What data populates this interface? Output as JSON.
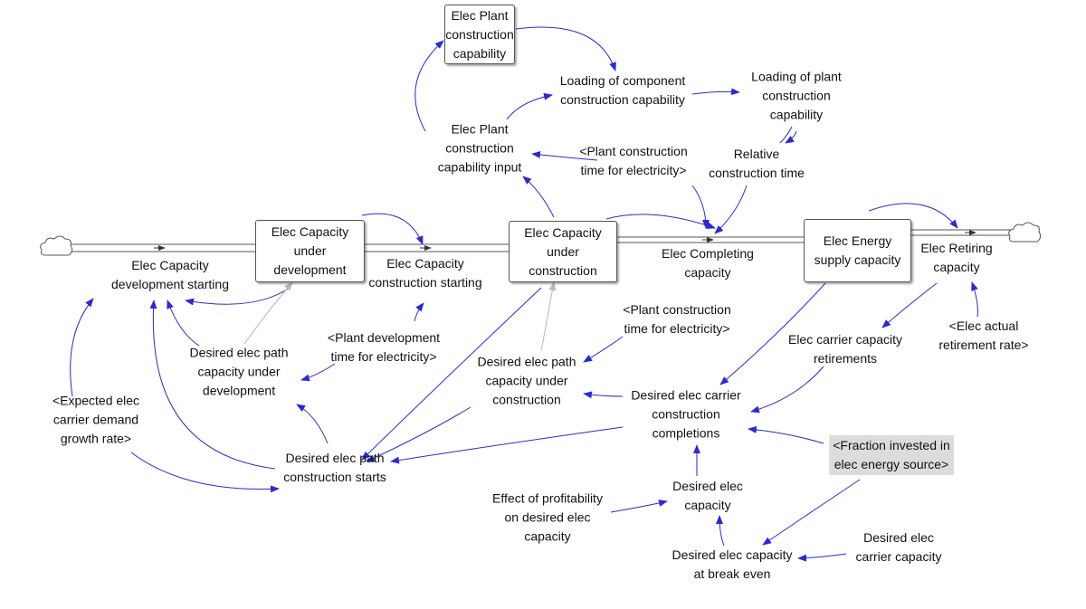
{
  "stocks": {
    "plant_capability": [
      "Elec Plant",
      "construction",
      "capability"
    ],
    "under_development": [
      "Elec Capacity",
      "under",
      "development"
    ],
    "under_construction": [
      "Elec Capacity",
      "under",
      "construction"
    ],
    "supply_capacity": [
      "Elec Energy",
      "supply capacity"
    ]
  },
  "flows": {
    "development_starting": [
      "Elec Capacity",
      "development starting"
    ],
    "construction_starting": [
      "Elec Capacity",
      "construction starting"
    ],
    "completing": [
      "Elec Completing",
      "capacity"
    ],
    "retiring": [
      "Elec Retiring",
      "capacity"
    ]
  },
  "variables": {
    "loading_component": [
      "Loading of component",
      "construction capability"
    ],
    "loading_plant": [
      "Loading of plant",
      "construction",
      "capability"
    ],
    "plant_capability_input": [
      "Elec Plant",
      "construction",
      "capability input"
    ],
    "plant_construction_time_1": [
      "<Plant construction",
      "time for electricity>"
    ],
    "relative_construction_time": [
      "Relative",
      "construction time"
    ],
    "plant_construction_time_2": [
      "<Plant construction",
      "time for electricity>"
    ],
    "plant_development_time": [
      "<Plant development",
      "time for electricity>"
    ],
    "desired_path_under_development": [
      "Desired elec path",
      "capacity under",
      "development"
    ],
    "desired_path_under_construction": [
      "Desired elec path",
      "capacity under",
      "construction"
    ],
    "expected_demand_growth": [
      "<Expected elec",
      "carrier demand",
      "growth rate>"
    ],
    "desired_path_construction_starts": [
      "Desired elec path",
      "construction starts"
    ],
    "desired_carrier_completions": [
      "Desired elec carrier",
      "construction",
      "completions"
    ],
    "carrier_retirements": [
      "Elec carrier capacity",
      "retirements"
    ],
    "actual_retirement_rate": [
      "<Elec actual",
      "retirement rate>"
    ],
    "fraction_invested": [
      "<Fraction invested in",
      "elec energy source>"
    ],
    "desired_elec_capacity": [
      "Desired elec",
      "capacity"
    ],
    "effect_profitability": [
      "Effect of profitability",
      "on desired elec",
      "capacity"
    ],
    "desired_capacity_break_even": [
      "Desired elec capacity",
      "at break even"
    ],
    "desired_carrier_capacity": [
      "Desired elec",
      "carrier capacity"
    ]
  },
  "colors": {
    "arrow": "#2a2ad6",
    "shadow_arrow": "#b8b8b8",
    "pipe": "#555555",
    "shadow_variable_bg": "#dcdcdc"
  }
}
